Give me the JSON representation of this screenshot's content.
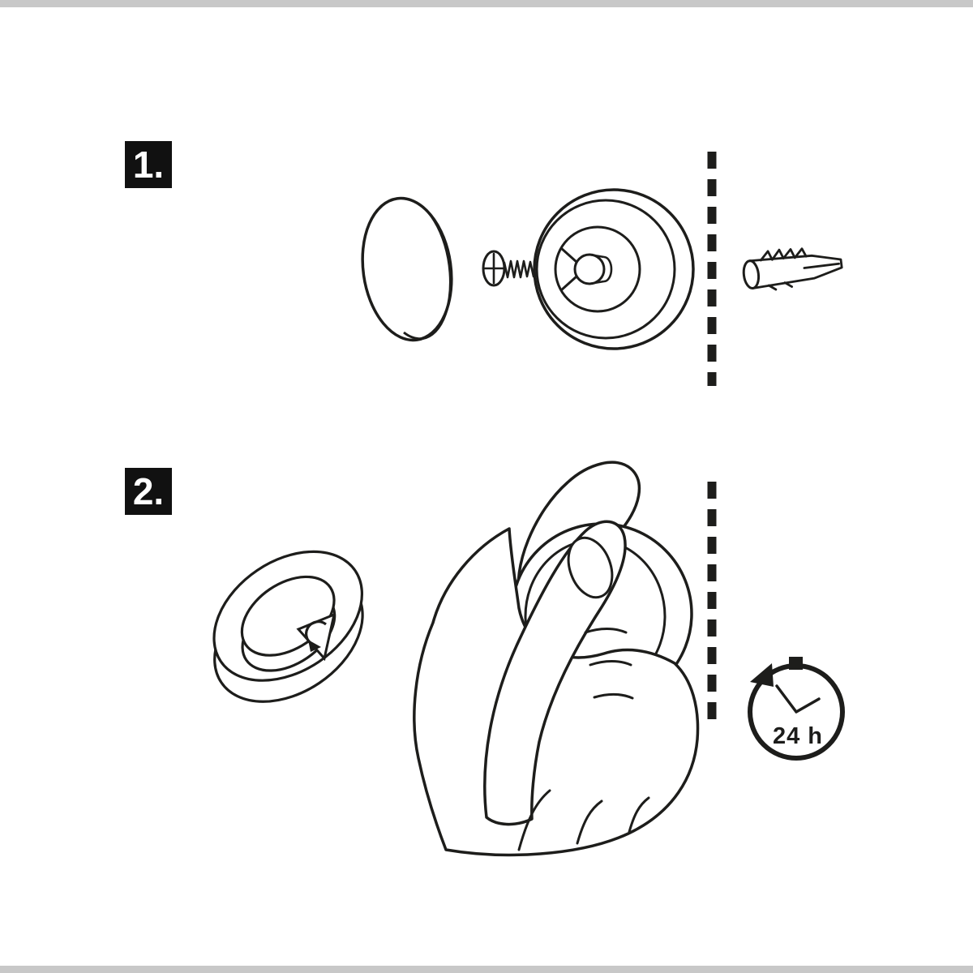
{
  "page": {
    "background": "#ffffff",
    "line_color": "#1d1d1b",
    "border_bar_color": "#c8c8c8",
    "kind": "product-mounting-instructions"
  },
  "steps": [
    {
      "number": "1.",
      "icons": [
        "cover-cap-icon",
        "screw-icon",
        "wall-mount-base-icon",
        "wall-dashed-line-icon",
        "wall-plug-anchor-icon"
      ]
    },
    {
      "number": "2.",
      "icons": [
        "adhesive-ring-icon",
        "hand-pressing-icon",
        "wall-dashed-line-icon",
        "clock-24h-icon"
      ]
    }
  ],
  "clock": {
    "label": "24 h"
  }
}
